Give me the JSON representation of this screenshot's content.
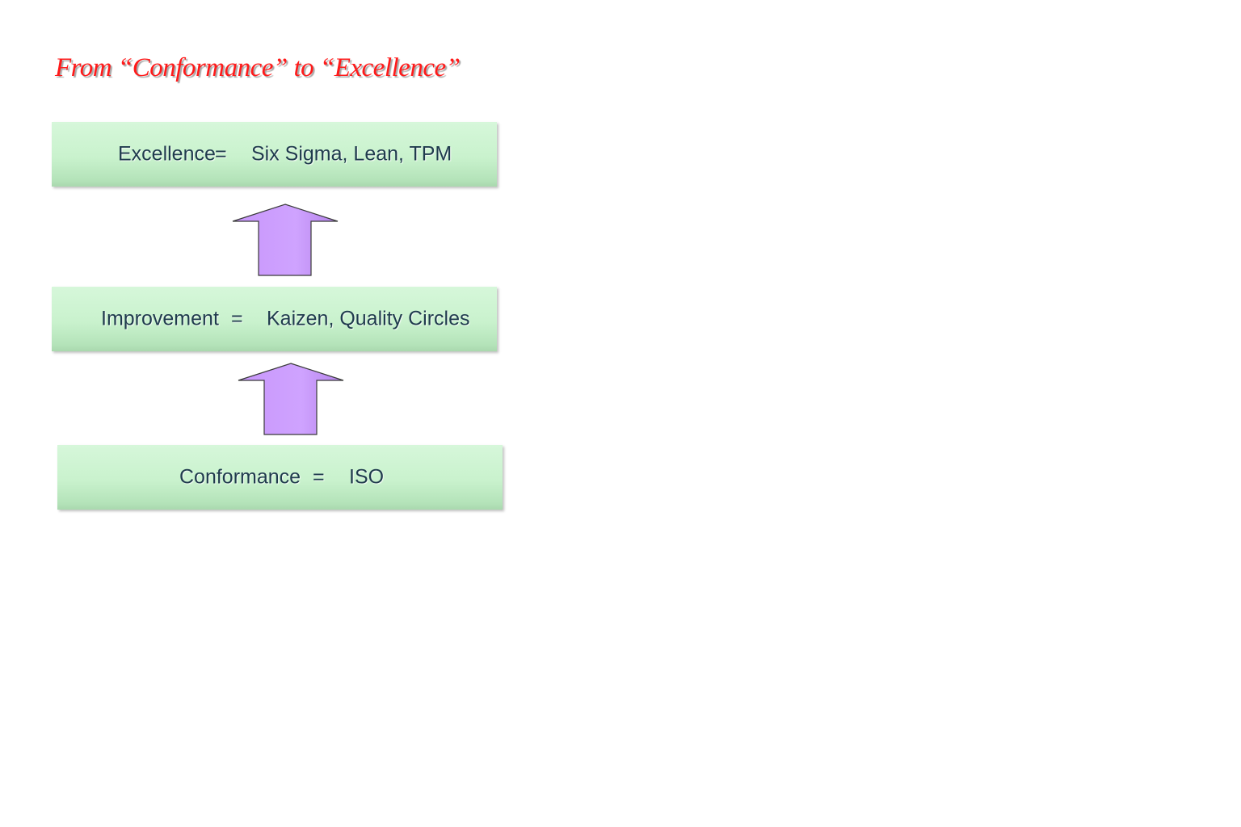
{
  "title": "From “Conformance”  to “Excellence”",
  "levels": {
    "excellence": {
      "label": "Excellence",
      "eq": "=",
      "value": "Six Sigma, Lean, TPM"
    },
    "improvement": {
      "label": "Improvement",
      "eq": "=",
      "value": "Kaizen, Quality Circles"
    },
    "conformance": {
      "label": "Conformance",
      "eq": "=",
      "value": "ISO"
    }
  },
  "colors": {
    "title": "#ff1a1a",
    "box": "#c9f2cd",
    "arrow": "#cc99ff",
    "text": "#1f3b4d"
  }
}
